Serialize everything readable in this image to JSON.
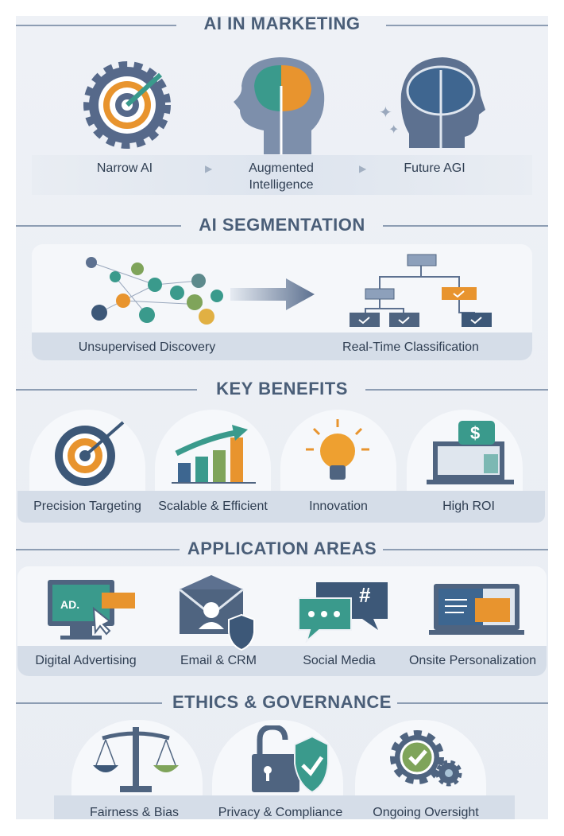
{
  "sections": {
    "marketing": {
      "title": "AI IN MARKETING",
      "items": [
        {
          "label": "Narrow AI"
        },
        {
          "label": "Augmented\nIntelligence"
        },
        {
          "label": "Future AGI"
        }
      ]
    },
    "segmentation": {
      "title": "AI SEGMENTATION",
      "items": [
        {
          "label": "Unsupervised Discovery"
        },
        {
          "label": "Real-Time Classification"
        }
      ]
    },
    "benefits": {
      "title": "KEY BENEFITS",
      "items": [
        {
          "label": "Precision Targeting"
        },
        {
          "label": "Scalable & Efficient"
        },
        {
          "label": "Innovation"
        },
        {
          "label": "High ROI"
        }
      ]
    },
    "applications": {
      "title": "APPLICATION AREAS",
      "items": [
        {
          "label": "Digital Advertising",
          "icon_text": "AD."
        },
        {
          "label": "Email & CRM"
        },
        {
          "label": "Social Media",
          "icon_text": "#"
        },
        {
          "label": "Onsite Personalization"
        }
      ]
    },
    "ethics": {
      "title": "ETHICS & GOVERNANCE",
      "items": [
        {
          "label": "Fairness & Bias"
        },
        {
          "label": "Privacy & Compliance"
        },
        {
          "label": "Ongoing Oversight"
        }
      ]
    }
  },
  "colors": {
    "slate": "#4f6480",
    "teal": "#3a9a8c",
    "orange": "#e8942e",
    "green": "#7fa45a",
    "navy": "#3d5878"
  }
}
